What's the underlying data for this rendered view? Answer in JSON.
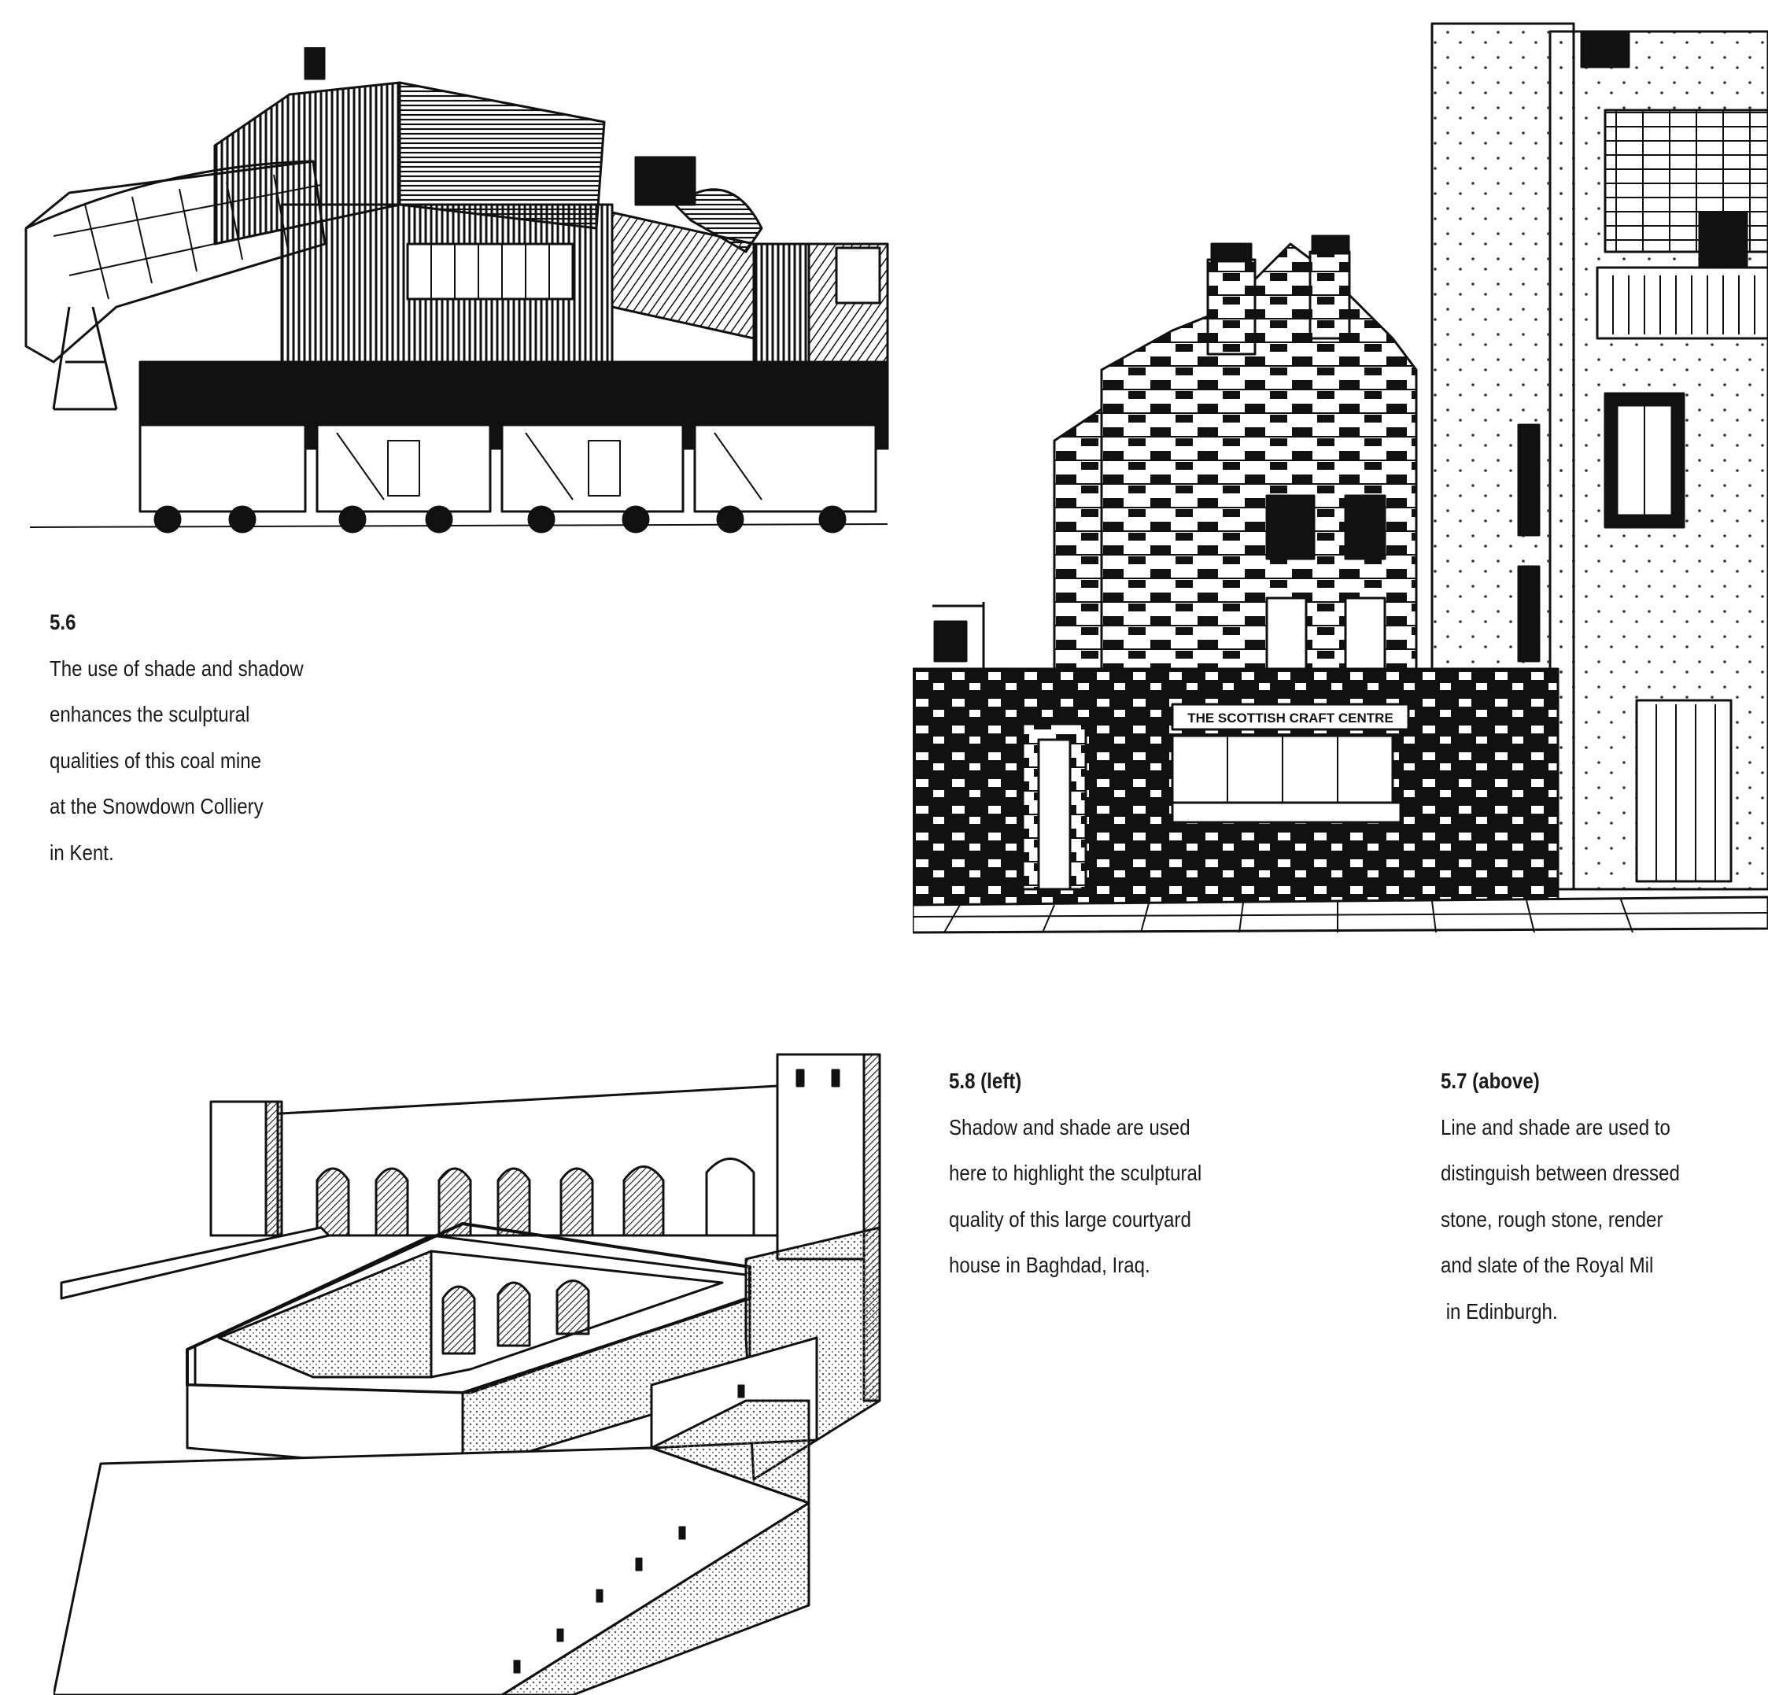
{
  "figures": [
    {
      "id": "fig-5-6",
      "number": "5.6",
      "lines": [
        "The use of shade and shadow",
        "enhances the sculptural",
        "qualities of this coal mine",
        "at the Snowdown Colliery",
        "in Kent."
      ]
    },
    {
      "id": "fig-5-8",
      "number": "5.8 (left)",
      "lines": [
        "Shadow and shade are used",
        "here to highlight the sculptural",
        "quality of this large courtyard",
        "house in Baghdad, Iraq."
      ]
    },
    {
      "id": "fig-5-7",
      "number": "5.7 (above)",
      "lines": [
        "Line and shade are used to",
        "distinguish between dressed",
        "stone, rough stone, render",
        "and slate of the Royal Mil",
        " in Edinburgh."
      ]
    }
  ],
  "sign_text": "THE SCOTTISH CRAFT CENTRE",
  "colors": {
    "ink": "#111111",
    "paper": "#ffffff",
    "text": "#1a1a1a"
  }
}
